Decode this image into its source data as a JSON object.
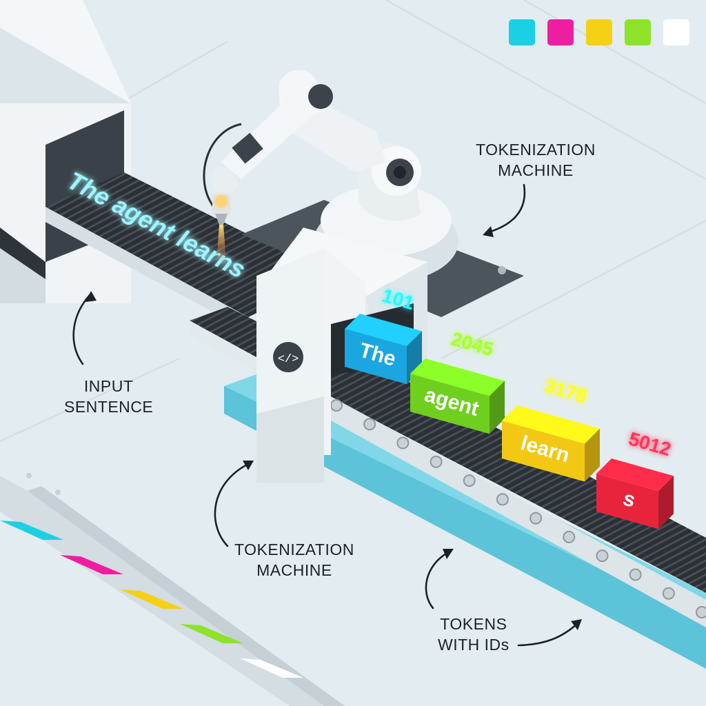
{
  "input_sentence": "The agent learns",
  "labels": {
    "machine_top": "TOKENIZATION\nMACHINE",
    "input": "INPUT\nSENTENCE",
    "machine_bottom": "TOKENIZATION\nMACHINE",
    "tokens": "TOKENS\nWITH IDs"
  },
  "machine_icon": "code-brackets-icon",
  "tokens": [
    {
      "text": "The",
      "id": "101",
      "color": "#1aa6e0"
    },
    {
      "text": "agent",
      "id": "2045",
      "color": "#6fcf1f"
    },
    {
      "text": "learn",
      "id": "3178",
      "color": "#f2c814"
    },
    {
      "text": "s",
      "id": "5012",
      "color": "#e8243c"
    }
  ],
  "palette": [
    "#1bd0e4",
    "#ee1ea0",
    "#f6d014",
    "#8ee22a",
    "#ffffff"
  ],
  "floor_palette": [
    "#1bd0e4",
    "#ee1ea0",
    "#f6d014",
    "#8ee22a",
    "#ffffff"
  ]
}
